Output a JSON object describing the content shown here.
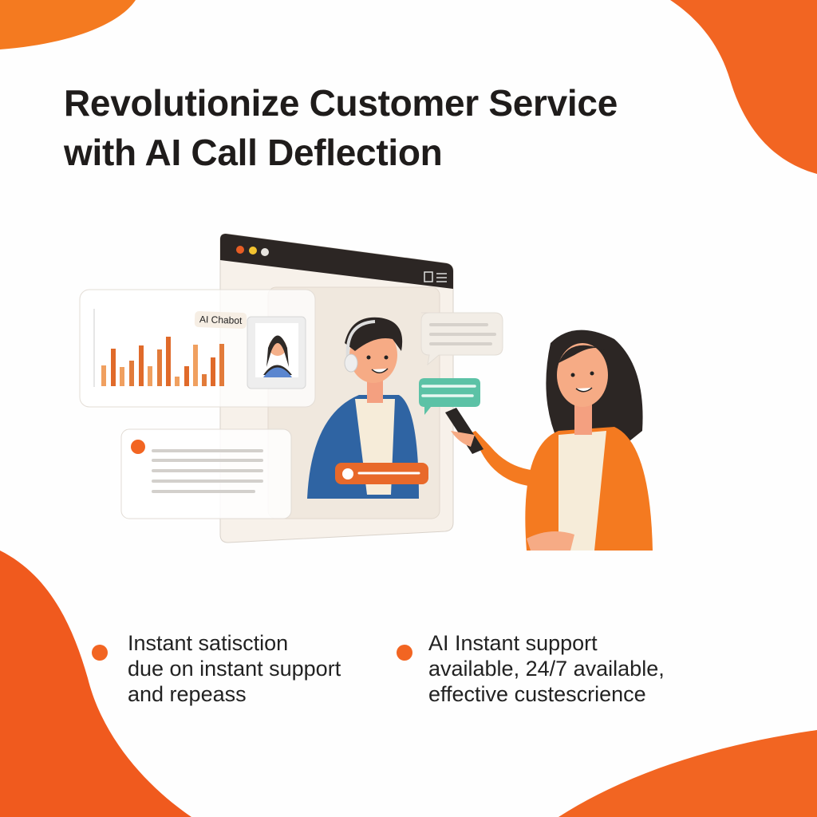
{
  "title": {
    "line1": "Revolutionize Customer Service",
    "line2": "with AI Call Deflection"
  },
  "illustration": {
    "chip_label": "AI Chabot"
  },
  "bullets": [
    {
      "lines": [
        "Instant satisction",
        "due on instant support",
        "and repeass"
      ]
    },
    {
      "lines": [
        "AI Instant support",
        "available, 24/7 available,",
        "effective custescrience"
      ]
    }
  ],
  "colors": {
    "accent": "#f26522",
    "dark": "#1f1c1b",
    "blue": "#2f64a3",
    "teal": "#5cc2a6"
  }
}
